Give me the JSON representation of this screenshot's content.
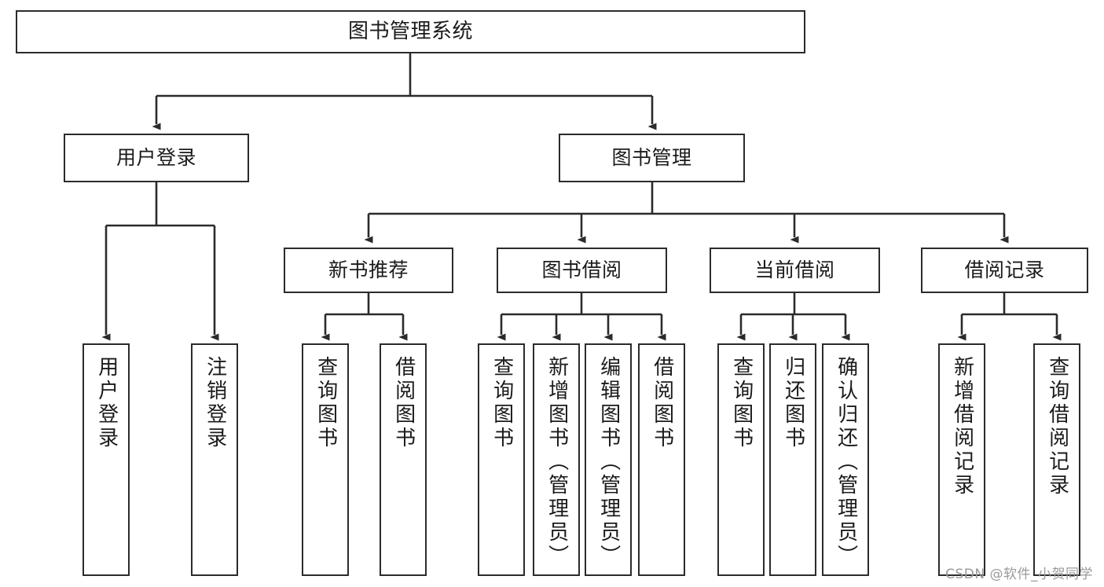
{
  "diagram": {
    "type": "tree-hierarchy-chart",
    "title": "图书管理系统",
    "line_color": "#2b2b2b",
    "box_fill": "#ffffff",
    "text_color": "#1b1b1b",
    "nodes": {
      "root": {
        "label": "图书管理系统"
      },
      "level2": [
        {
          "id": "user-login",
          "label": "用户登录"
        },
        {
          "id": "book-management",
          "label": "图书管理"
        }
      ],
      "level3": [
        {
          "id": "new-book-recommend",
          "label": "新书推荐"
        },
        {
          "id": "book-borrow",
          "label": "图书借阅"
        },
        {
          "id": "current-borrow",
          "label": "当前借阅"
        },
        {
          "id": "borrow-record",
          "label": "借阅记录"
        }
      ],
      "leaves": {
        "user_login": [
          {
            "id": "leaf-user-login",
            "label": "用户登录"
          },
          {
            "id": "leaf-logout-login",
            "label": "注销登录"
          }
        ],
        "new_book_recommend": [
          {
            "id": "leaf-query-book-1",
            "label": "查询图书"
          },
          {
            "id": "leaf-borrow-book-1",
            "label": "借阅图书"
          }
        ],
        "book_borrow": [
          {
            "id": "leaf-query-book-2",
            "label": "查询图书"
          },
          {
            "id": "leaf-add-book-admin",
            "label": "新增图书（管理员）"
          },
          {
            "id": "leaf-edit-book-admin",
            "label": "编辑图书（管理员）"
          },
          {
            "id": "leaf-borrow-book-2",
            "label": "借阅图书"
          }
        ],
        "current_borrow": [
          {
            "id": "leaf-query-book-3",
            "label": "查询图书"
          },
          {
            "id": "leaf-return-book",
            "label": "归还图书"
          },
          {
            "id": "leaf-confirm-return-admin",
            "label": "确认归还（管理员）"
          }
        ],
        "borrow_record": [
          {
            "id": "leaf-add-borrow-record",
            "label": "新增借阅记录"
          },
          {
            "id": "leaf-query-borrow-record",
            "label": "查询借阅记录"
          }
        ]
      }
    }
  },
  "watermark": {
    "text": "CSDN @软件_小贺同学"
  }
}
